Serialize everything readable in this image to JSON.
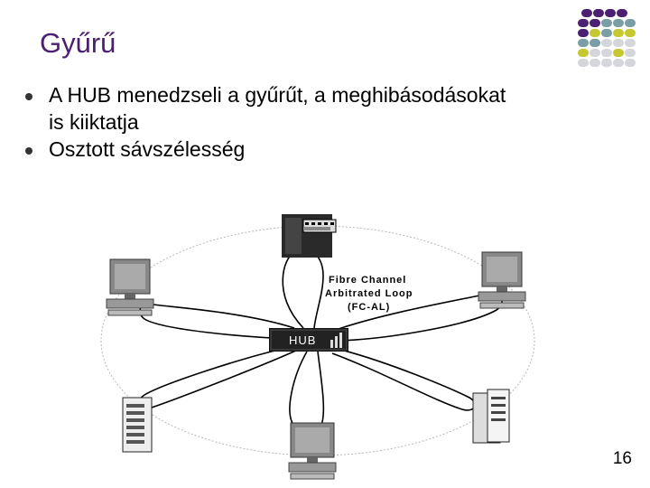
{
  "slide": {
    "title": "Gyűrű",
    "bullets": [
      "A HUB menedzseli a gyűrűt, a meghibásodásokat is kiiktatja",
      "Osztott sávszélesség"
    ],
    "page_number": "16"
  },
  "diagram": {
    "loop_label_1": "Fibre Channel",
    "loop_label_2": "Arbitrated Loop",
    "loop_label_3": "(FC-AL)",
    "hub_label": "HUB"
  },
  "colors": {
    "title": "#4b2070",
    "dot_purple": "#4b2070",
    "dot_teal": "#7a9ea5",
    "dot_yellow": "#c6c832",
    "dot_grey": "#d5d5dc"
  }
}
